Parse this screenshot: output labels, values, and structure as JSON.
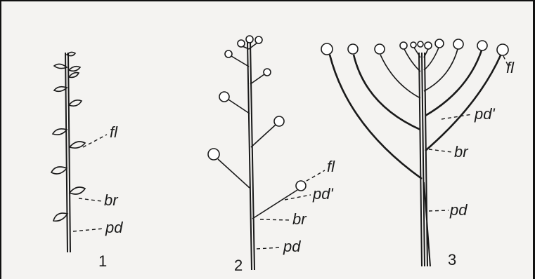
{
  "figure": {
    "panels": [
      {
        "number": "1",
        "labels": {
          "fl": "fl",
          "br": "br",
          "pd": "pd"
        }
      },
      {
        "number": "2",
        "labels": {
          "fl": "fl",
          "pd_prime": "pd'",
          "br": "br",
          "pd": "pd"
        }
      },
      {
        "number": "3",
        "labels": {
          "fl": "fl",
          "pd_prime": "pd'",
          "br": "br",
          "pd": "pd"
        }
      }
    ]
  }
}
